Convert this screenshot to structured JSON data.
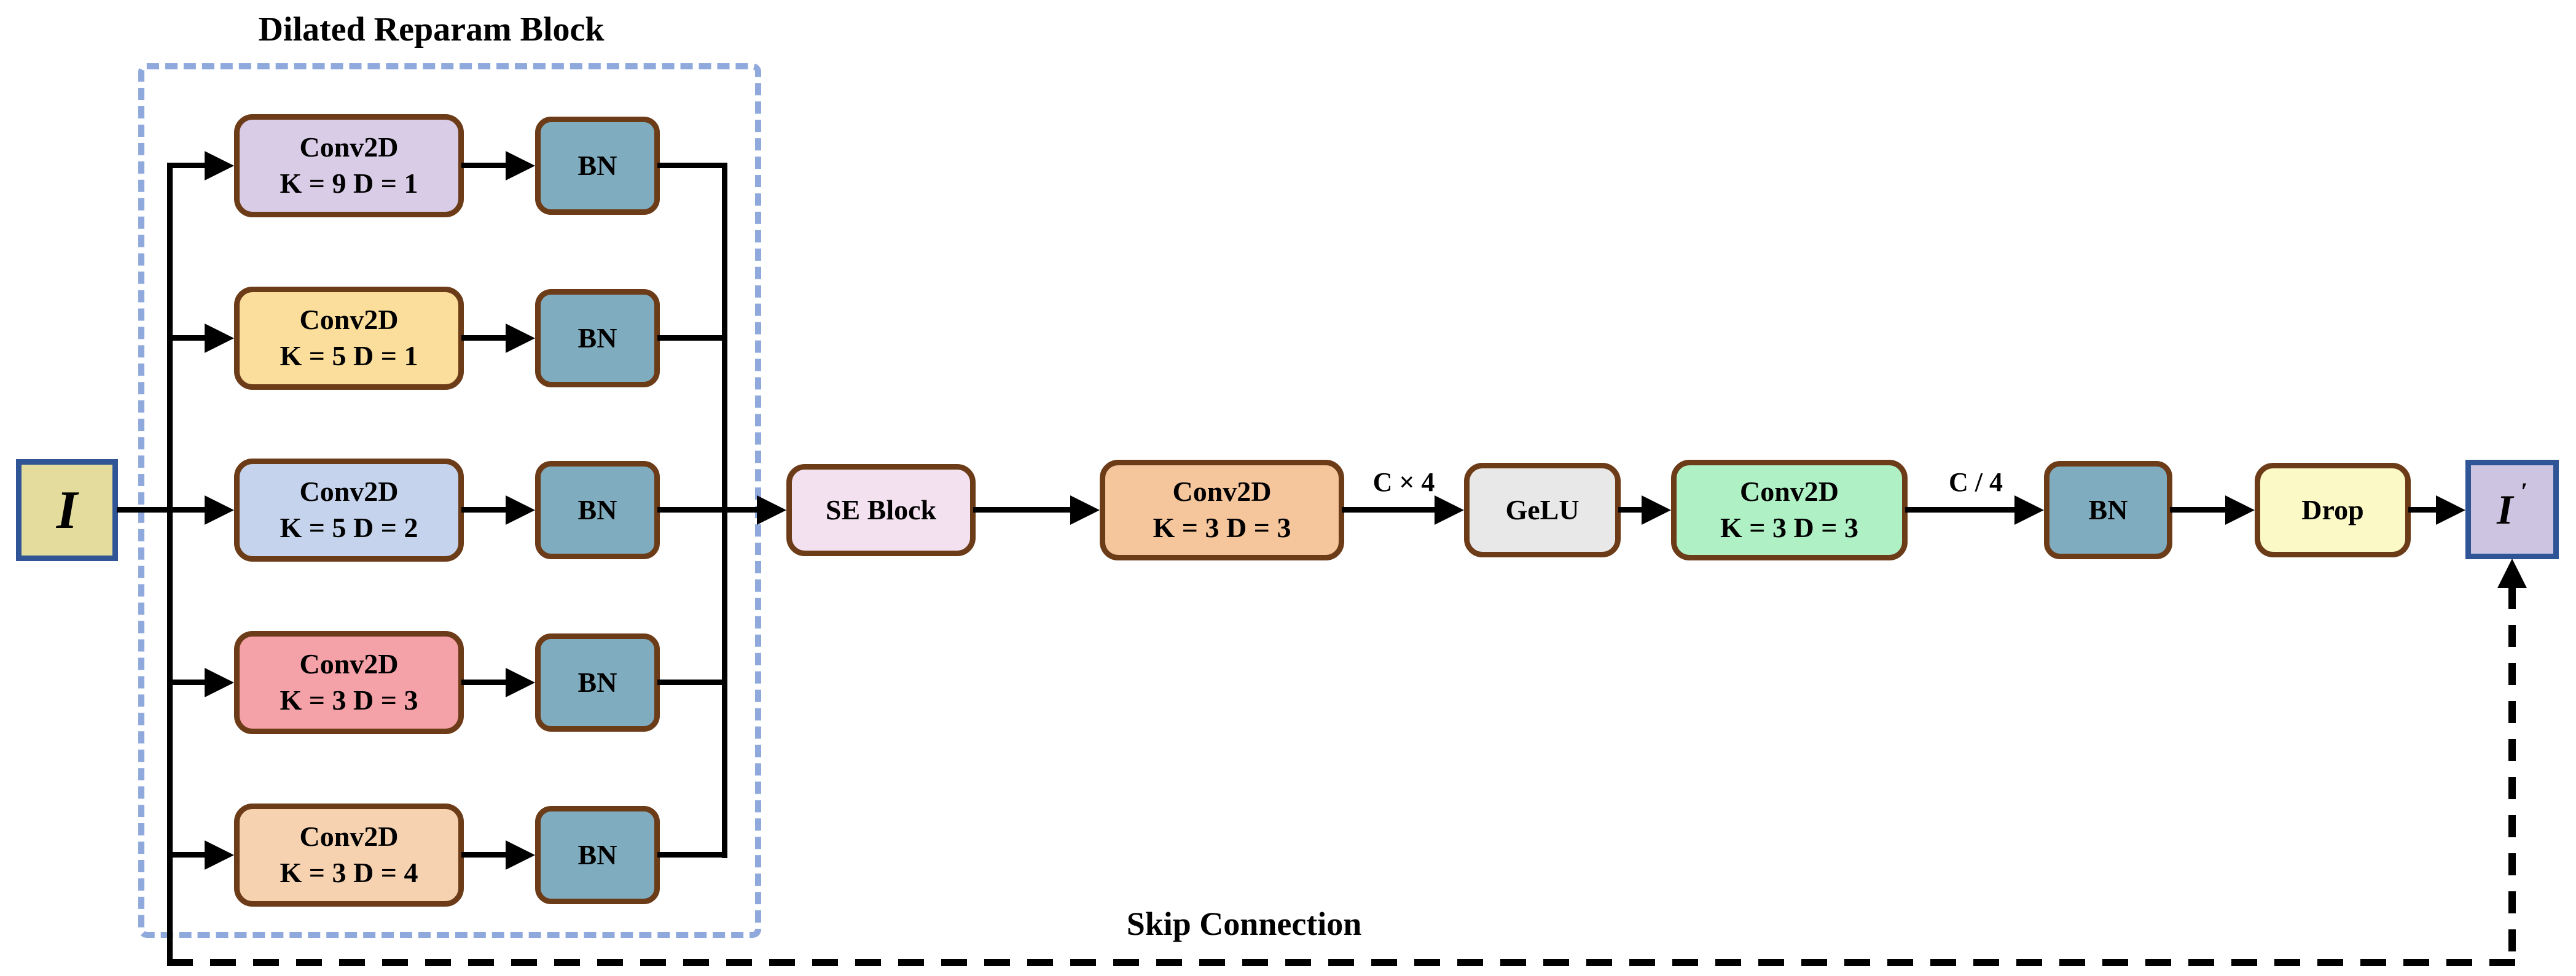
{
  "title": "Dilated Reparam Block",
  "skip_label": "Skip Connection",
  "input": {
    "label": "I"
  },
  "output": {
    "label": "I",
    "prime": "′"
  },
  "branches": [
    {
      "op": "Conv2D",
      "params": "K = 9 D = 1",
      "bn": "BN"
    },
    {
      "op": "Conv2D",
      "params": "K = 5 D = 1",
      "bn": "BN"
    },
    {
      "op": "Conv2D",
      "params": "K = 5 D = 2",
      "bn": "BN"
    },
    {
      "op": "Conv2D",
      "params": "K = 3 D = 3",
      "bn": "BN"
    },
    {
      "op": "Conv2D",
      "params": "K = 3 D = 4",
      "bn": "BN"
    }
  ],
  "main": {
    "se": "SE Block",
    "conv_expand": {
      "op": "Conv2D",
      "params": "K = 3 D = 3"
    },
    "expand_label": "C × 4",
    "gelu": "GeLU",
    "conv_reduce": {
      "op": "Conv2D",
      "params": "K = 3 D = 3"
    },
    "reduce_label": "C / 4",
    "bn": "BN",
    "drop": "Drop"
  },
  "colors": {
    "line": "#000000",
    "border-brown": "#6C3B17",
    "border-navy": "#2F5597",
    "dash-blue": "#8FA9DC",
    "input-fill": "#E3DC9C",
    "output-fill": "#CDC4E1",
    "bn-fill": "#7FACBE",
    "branch1-fill": "#D9CCE7",
    "branch2-fill": "#FBDE9B",
    "branch3-fill": "#C5D4EC",
    "branch4-fill": "#F4A1A7",
    "branch5-fill": "#F6D2B1",
    "se-fill": "#F3E1F0",
    "conv-expand-fill": "#F5C59C",
    "gelu-fill": "#E8E8E8",
    "conv-reduce-fill": "#AFF0C5",
    "drop-fill": "#FBFAC6"
  }
}
